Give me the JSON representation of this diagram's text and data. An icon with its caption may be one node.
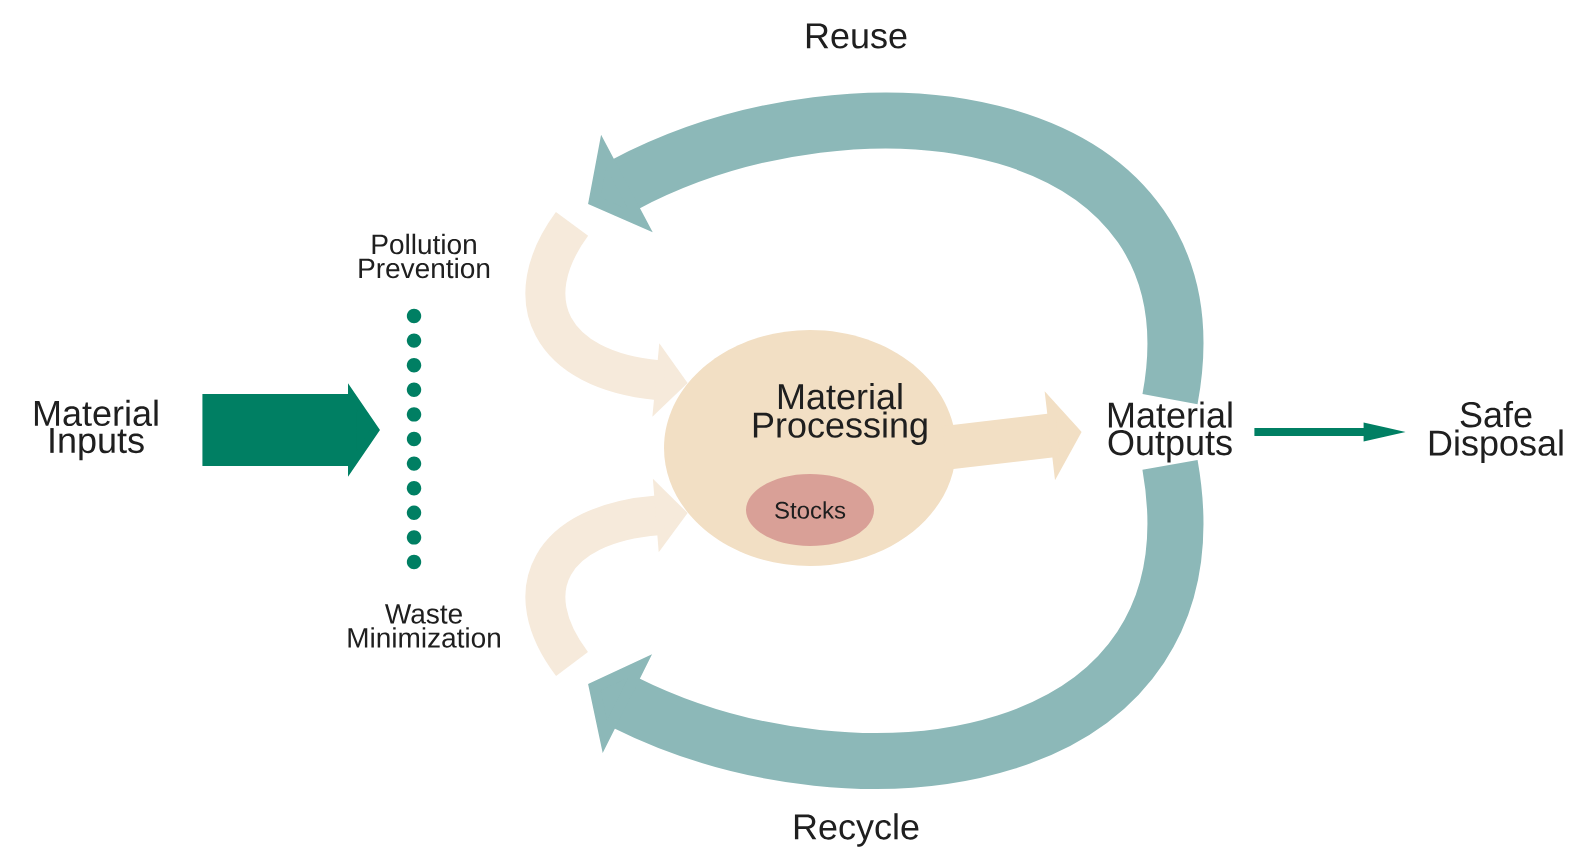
{
  "diagram": {
    "nodes": [
      {
        "text": [
          "Material Inputs"
        ]
      },
      {
        "text": [
          "Material Processing"
        ]
      },
      {
        "text": [
          "Stocks"
        ],
        "in": 1
      },
      {
        "text": [
          "Material Outputs"
        ]
      },
      {
        "text": [
          "Safe Disposal"
        ]
      }
    ],
    "edges": [
      {
        "from": 0,
        "to": null,
        "arrow": "to",
        "color": "#007f63"
      },
      {
        "from": 1,
        "to": 3,
        "arrow": "to",
        "color": "#f2dfc4"
      },
      {
        "from": 3,
        "to": 4,
        "arrow": "to",
        "color": "#007f63"
      },
      {
        "from": 3,
        "to": null,
        "arrow": "to",
        "color": "#8cb8b8",
        "label": "Reuse"
      },
      {
        "from": 3,
        "to": null,
        "arrow": "to",
        "color": "#8cb8b8",
        "label": "Recycle"
      },
      {
        "from": null,
        "to": 1,
        "arrow": "to",
        "color": "#f6eadb"
      },
      {
        "from": null,
        "to": 1,
        "arrow": "to",
        "color": "#f6eadb"
      }
    ],
    "labels": [
      "Pollution Prevention",
      "Waste Minimization"
    ]
  }
}
